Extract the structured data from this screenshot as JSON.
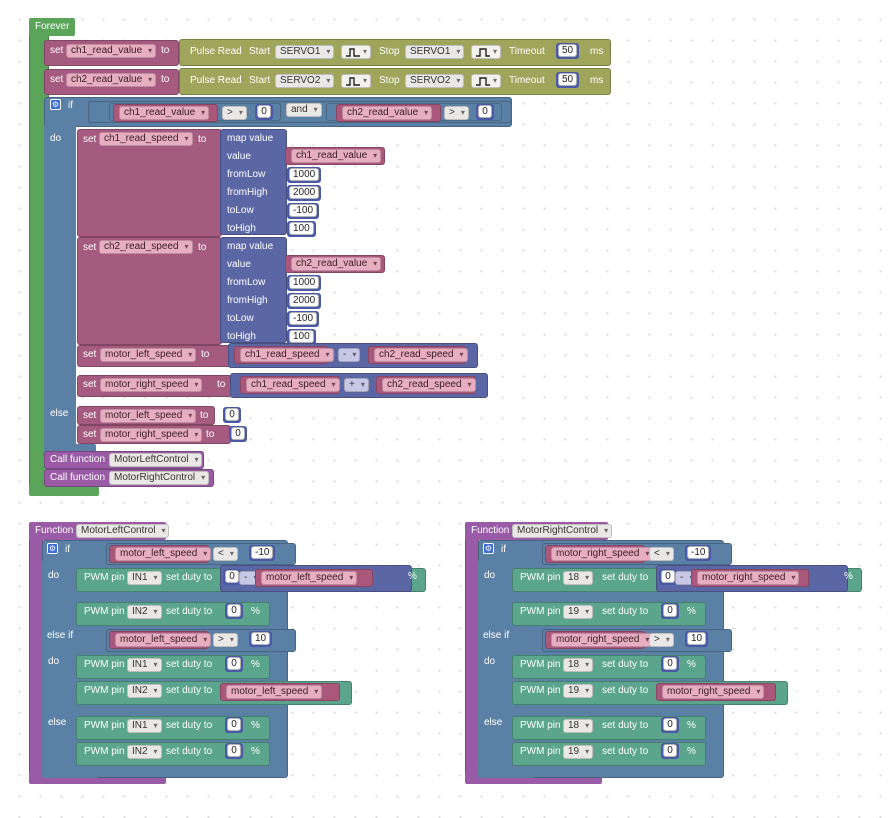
{
  "colors": {
    "loop": "#5ba55b",
    "variable": "#a55b80",
    "logic": "#5b80a5",
    "math": "#5b67a5",
    "io": "#9fa55b",
    "pwm": "#5ba58c",
    "function": "#995ba5"
  },
  "forever": {
    "label": "Forever",
    "set": "set",
    "to": "to",
    "pulse_reads": [
      {
        "var": "ch1_read_value",
        "label": "Pulse Read",
        "start": "Start",
        "start_pin": "SERVO1",
        "stop": "Stop",
        "stop_pin": "SERVO1",
        "timeout": "Timeout",
        "timeout_value": "50",
        "unit": "ms"
      },
      {
        "var": "ch2_read_value",
        "label": "Pulse Read",
        "start": "Start",
        "start_pin": "SERVO2",
        "stop": "Stop",
        "stop_pin": "SERVO2",
        "timeout": "Timeout",
        "timeout_value": "50",
        "unit": "ms"
      }
    ],
    "if_label": "if",
    "do_label": "do",
    "else_label": "else",
    "condition": {
      "left_var": "ch1_read_value",
      "left_op": ">",
      "left_num": "0",
      "joiner": "and",
      "right_var": "ch2_read_value",
      "right_op": ">",
      "right_num": "0"
    },
    "map_blocks": [
      {
        "var": "ch1_read_speed",
        "title": "map value",
        "value_label": "value",
        "value_var": "ch1_read_value",
        "fromLow_label": "fromLow",
        "fromLow": "1000",
        "fromHigh_label": "fromHigh",
        "fromHigh": "2000",
        "toLow_label": "toLow",
        "toLow": "-100",
        "toHigh_label": "toHigh",
        "toHigh": "100"
      },
      {
        "var": "ch2_read_speed",
        "title": "map value",
        "value_label": "value",
        "value_var": "ch2_read_value",
        "fromLow_label": "fromLow",
        "fromLow": "1000",
        "fromHigh_label": "fromHigh",
        "fromHigh": "2000",
        "toLow_label": "toLow",
        "toLow": "-100",
        "toHigh_label": "toHigh",
        "toHigh": "100"
      }
    ],
    "motor_sets": [
      {
        "var": "motor_left_speed",
        "a": "ch1_read_speed",
        "op": "-",
        "b": "ch2_read_speed"
      },
      {
        "var": "motor_right_speed",
        "a": "ch1_read_speed",
        "op": "+",
        "b": "ch2_read_speed"
      }
    ],
    "else_sets": [
      {
        "var": "motor_left_speed",
        "value": "0"
      },
      {
        "var": "motor_right_speed",
        "value": "0"
      }
    ],
    "calls": [
      {
        "label": "Call function",
        "name": "MotorLeftControl"
      },
      {
        "label": "Call function",
        "name": "MotorRightControl"
      }
    ]
  },
  "functions": [
    {
      "label": "Function",
      "name": "MotorLeftControl",
      "var": "motor_left_speed",
      "if_label": "if",
      "do_label": "do",
      "elseif_label": "else if",
      "else_label": "else",
      "cond1_op": "<",
      "cond1_num": "-10",
      "cond2_op": ">",
      "cond2_num": "10",
      "pwm_label": "PWM pin",
      "duty_label": "set duty to",
      "pct": "%",
      "pin_a": "IN1",
      "pin_b": "IN2",
      "zero": "0",
      "minus": "-"
    },
    {
      "label": "Function",
      "name": "MotorRightControl",
      "var": "motor_right_speed",
      "if_label": "if",
      "do_label": "do",
      "elseif_label": "else if",
      "else_label": "else",
      "cond1_op": "<",
      "cond1_num": "-10",
      "cond2_op": ">",
      "cond2_num": "10",
      "pwm_label": "PWM pin",
      "duty_label": "set duty to",
      "pct": "%",
      "pin_a": "18",
      "pin_b": "19",
      "zero": "0",
      "minus": "-"
    }
  ]
}
